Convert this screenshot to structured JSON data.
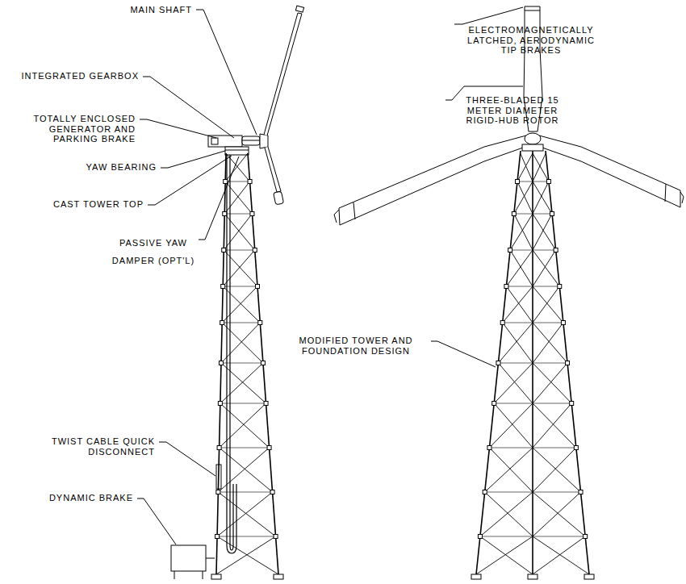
{
  "diagram": {
    "labels": [
      "MAIN SHAFT",
      "INTEGRATED GEARBOX",
      "TOTALLY ENCLOSED GENERATOR AND PARKING BRAKE",
      "YAW BEARING",
      "CAST TOWER TOP",
      "PASSIVE YAW DAMPER (OPT'L)",
      "TWIST CABLE QUICK DISCONNECT",
      "DYNAMIC BRAKE",
      "ELECTROMAGNETICALLY LATCHED, AERODYNAMIC TIP BRAKES",
      "THREE-BLADED 15 METER DIAMETER RIGID-HUB ROTOR",
      "MODIFIED TOWER AND FOUNDATION DESIGN"
    ]
  }
}
